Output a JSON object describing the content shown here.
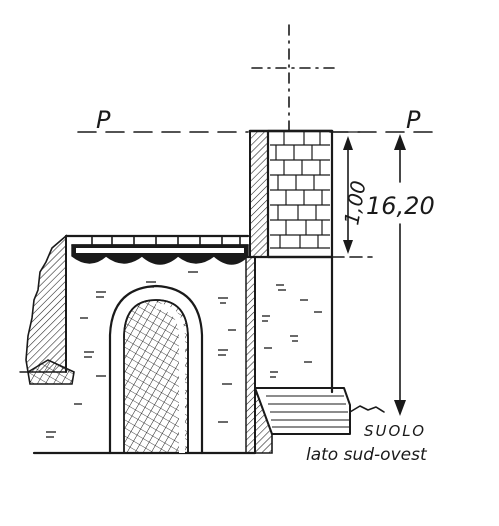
{
  "drawing": {
    "plane_label_left": "P",
    "plane_label_right": "P",
    "dimension_small": "1,00",
    "dimension_total": "16,20",
    "ground_label": "SUOLO",
    "side_label": "lato sud-ovest",
    "ink_color": "#1a1a1a",
    "paper_color": "#ffffff"
  }
}
